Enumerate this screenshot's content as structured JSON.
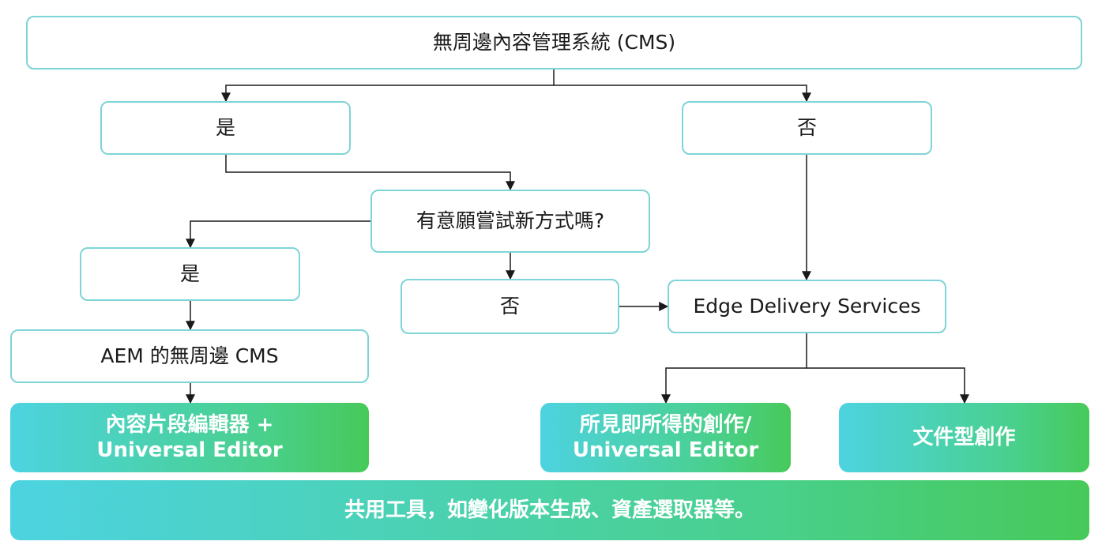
{
  "diagram": {
    "root": "無周邊內容管理系統 (CMS)",
    "yes_1": "是",
    "no_1": "否",
    "question": "有意願嘗試新方式嗎?",
    "yes_2": "是",
    "no_2": "否",
    "aem_headless": "AEM 的無周邊 CMS",
    "edge_delivery": "Edge Delivery Services",
    "content_fragment_editor": {
      "line1": "內容片段編輯器 +",
      "line2": "Universal Editor"
    },
    "wysiwyg_authoring": {
      "line1": "所見即所得的創作/",
      "line2": "Universal Editor"
    },
    "document_authoring": "文件型創作",
    "shared_tools": "共用工具，如變化版本生成、資產選取器等。"
  },
  "colors": {
    "node_border": "#7ed4d6",
    "gradient_start": "#4dd3e0",
    "gradient_end": "#47c95a",
    "connector": "#1a1a1a"
  }
}
